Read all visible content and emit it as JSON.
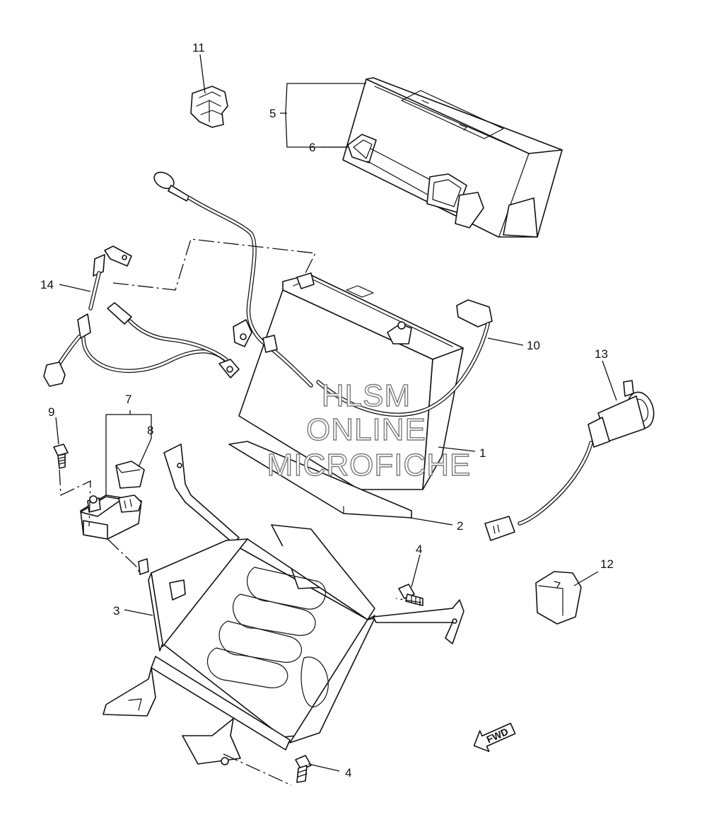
{
  "callouts": {
    "c1": "1",
    "c2": "2",
    "c3": "3",
    "c4a": "4",
    "c4b": "4",
    "c5": "5",
    "c6": "6",
    "c7": "7",
    "c8": "8",
    "c9": "9",
    "c10": "10",
    "c11": "11",
    "c12": "12",
    "c13": "13",
    "c14": "14"
  },
  "watermark": {
    "line1": "HLSM",
    "line2": "ONLINE",
    "line3": "MICROFICHE"
  },
  "direction_badge": {
    "label": "FWD"
  }
}
